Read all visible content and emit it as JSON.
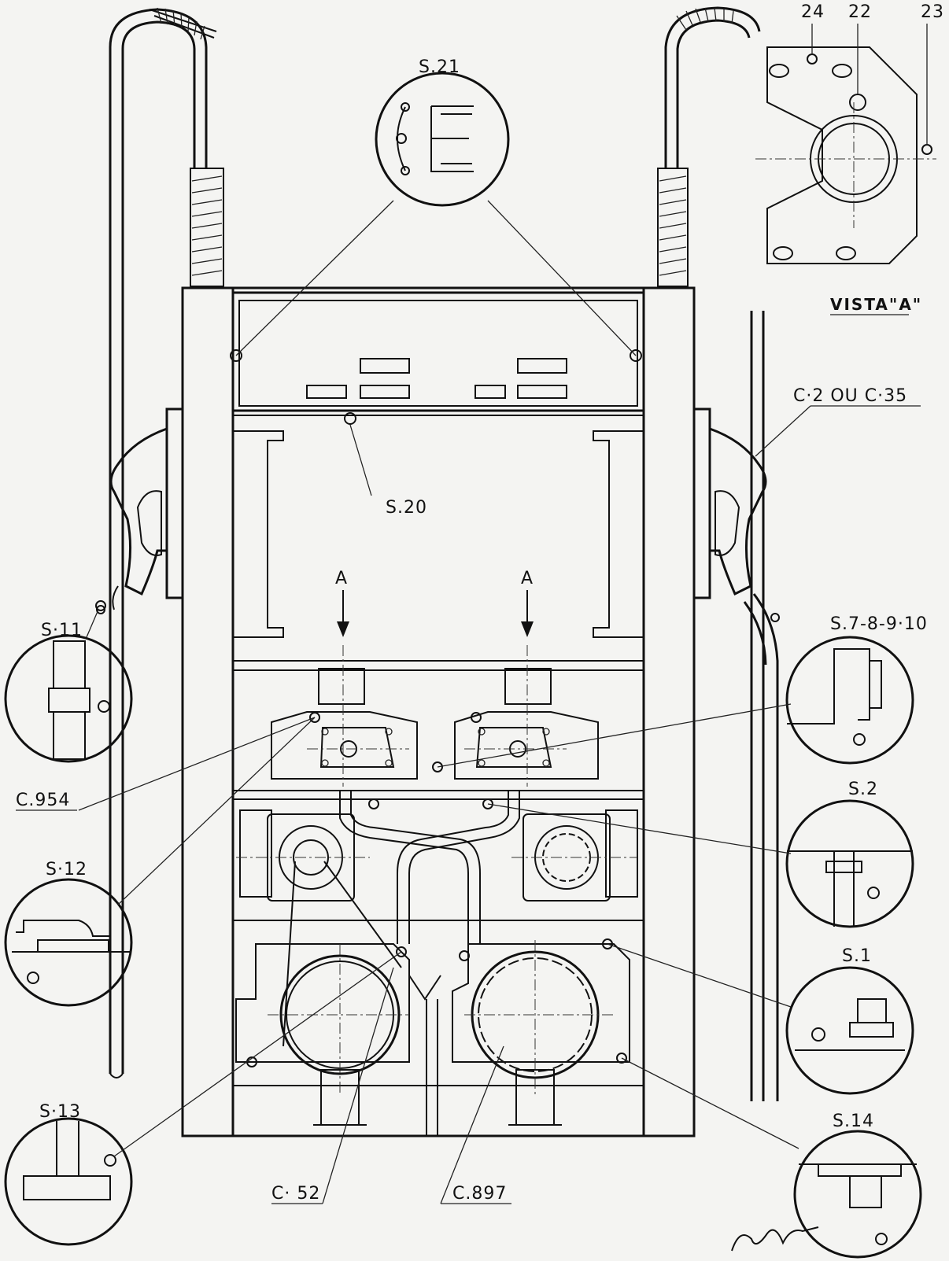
{
  "labels": {
    "s21": "S.21",
    "s20": "S.20",
    "s11": "S·11",
    "s12": "S·12",
    "s13": "S·13",
    "s14": "S.14",
    "s7": "S.7-8-9·10",
    "s2": "S.2",
    "s1": "S.1",
    "c954": "C.954",
    "c52": "C· 52",
    "c897": "C.897",
    "c2": "C·2  OU  C·35",
    "arrowA1": "A",
    "arrowA2": "A",
    "vista": "VISTA\"A\"",
    "n24": "24",
    "n22": "22",
    "n23": "23"
  }
}
